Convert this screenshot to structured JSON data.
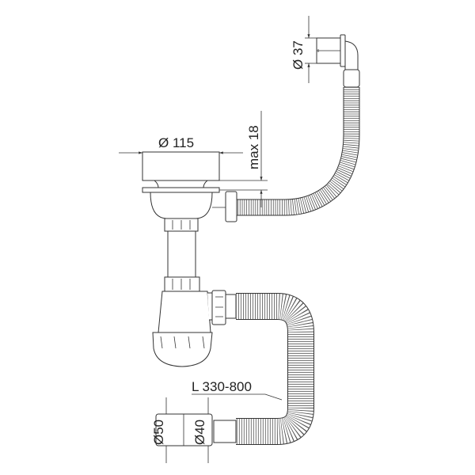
{
  "labels": {
    "overflow_diameter": "Ø 37",
    "strainer_diameter": "Ø 115",
    "max_thickness": "max 18",
    "hose_length": "L 330-800",
    "outlet_outer": "Ø50",
    "outlet_inner": "Ø40"
  },
  "colors": {
    "line": "#333333",
    "background": "#ffffff"
  }
}
